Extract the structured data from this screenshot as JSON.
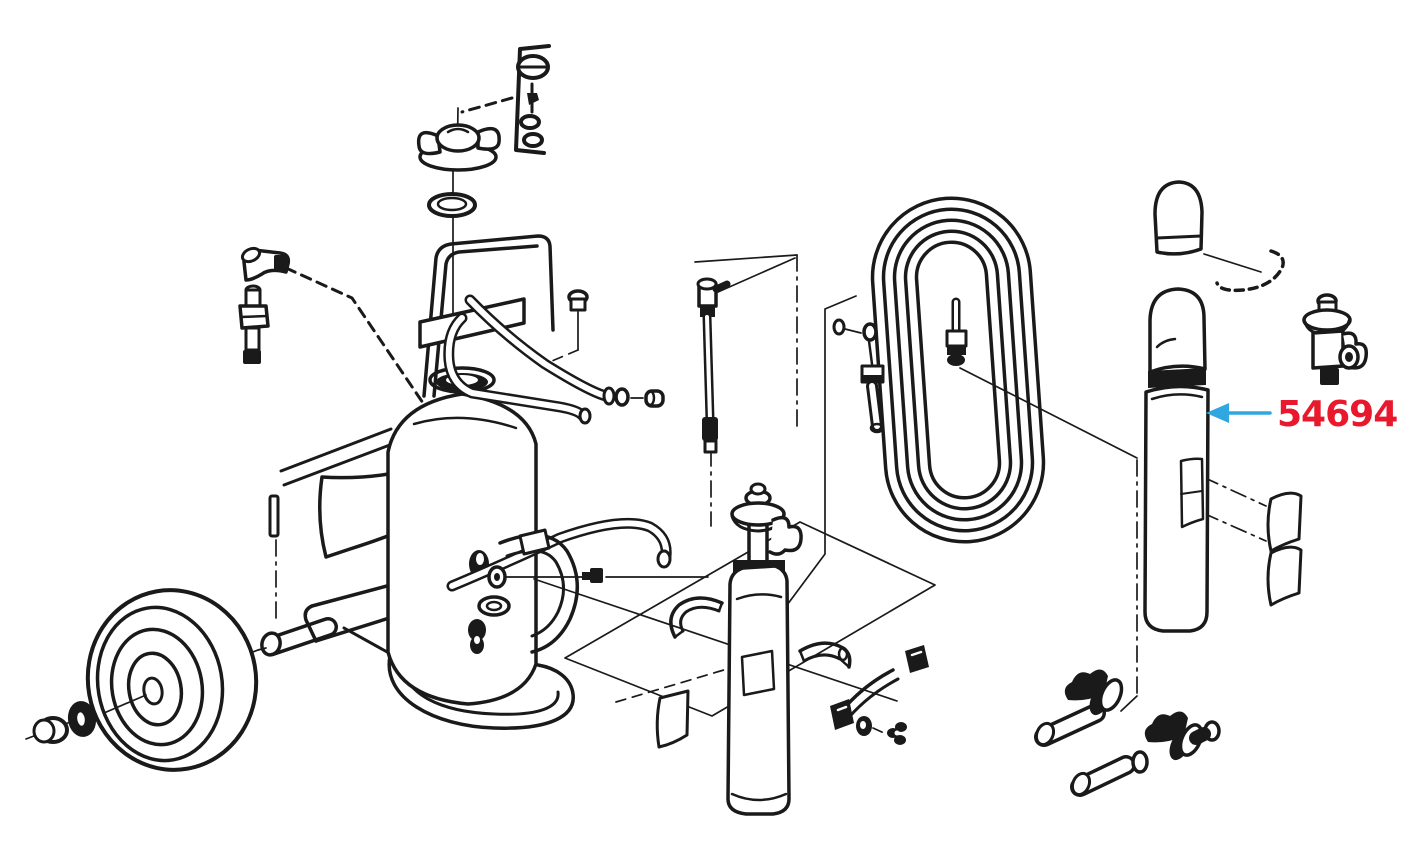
{
  "diagram": {
    "type": "exploded-parts-diagram",
    "subject": "wheeled pressure sprayer cart",
    "background_color": "#ffffff",
    "line_color": "#1a1a1a",
    "callout": {
      "part_number": "54694",
      "text_color": "#e8192c",
      "arrow_color": "#2fa8e0",
      "arrow_direction": "left",
      "points_to": "gas-cylinder"
    },
    "parts": [
      "cap-hardware-kit",
      "filler-cap",
      "cap-gasket",
      "elbow-fitting",
      "inline-filter",
      "tank",
      "handle-frame",
      "handle-crossbar",
      "mounting-screw",
      "siphon-tube",
      "discharge-tube",
      "tube-cap",
      "lower-tube",
      "tank-clamp-band",
      "clamp-bolt",
      "hub-cap",
      "axle-washer",
      "wheel",
      "axle-pin",
      "axle-rod",
      "cart-frame",
      "side-panel",
      "cover-plate",
      "hook-plate",
      "deck-panel",
      "short-hose",
      "co2-cylinder",
      "cylinder-valve",
      "cylinder-label",
      "clamp-strap-small",
      "clamp-strap-large",
      "flat-washer",
      "wing-nut",
      "hose-coil",
      "hose-fitting",
      "hose-o-ring",
      "gas-cylinder",
      "cylinder-cap",
      "cap-seal-ring",
      "outlet-valve",
      "mounting-strap-upper",
      "mounting-strap-lower",
      "check-valve",
      "filter-cartridge",
      "o-ring"
    ]
  }
}
